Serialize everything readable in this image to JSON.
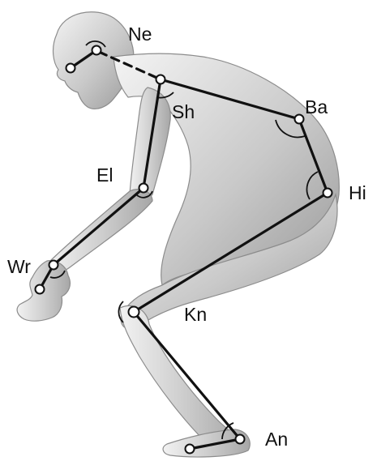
{
  "labels": {
    "neck": "Ne",
    "shoulder": "Sh",
    "back": "Ba",
    "elbow": "El",
    "hip": "Hi",
    "wrist": "Wr",
    "knee": "Kn",
    "ankle": "An"
  },
  "colors": {
    "skin_light": "#eeeeee",
    "skin_mid": "#bdbdbd",
    "skin_dark": "#8a8a8a",
    "skeleton_line": "#111111",
    "joint_marker": "#ffffff"
  }
}
